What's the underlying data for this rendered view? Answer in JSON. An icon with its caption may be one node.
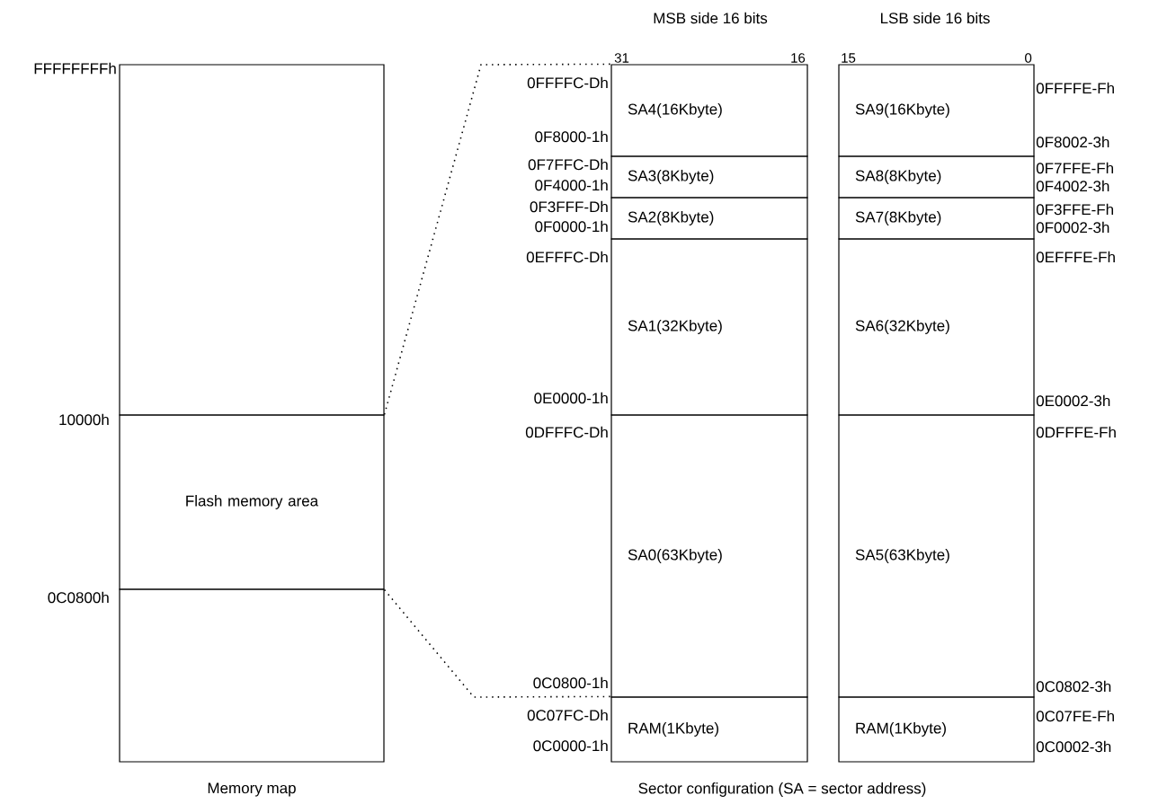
{
  "diagram": {
    "nodes": [
      {
        "text": [],
        "shape": "box"
      },
      {
        "text": [
          "Flash memory area"
        ]
      },
      {
        "text": [],
        "shape": "box"
      },
      {
        "text": [
          "SA4(16Kbyte)"
        ]
      },
      {
        "text": [
          "SA3(8Kbyte)"
        ]
      },
      {
        "text": [
          "SA2(8Kbyte)"
        ]
      },
      {
        "text": [
          "SA1(32Kbyte)"
        ]
      },
      {
        "text": [
          "SA0(63Kbyte)"
        ]
      },
      {
        "text": [
          "RAM(1Kbyte)"
        ]
      },
      {
        "text": [
          "SA9(16Kbyte)"
        ]
      },
      {
        "text": [
          "SA8(8Kbyte)"
        ]
      },
      {
        "text": [
          "SA7(8Kbyte)"
        ]
      },
      {
        "text": [
          "SA6(32Kbyte)"
        ]
      },
      {
        "text": [
          "SA5(63Kbyte)"
        ]
      },
      {
        "text": [
          "RAM(1Kbyte)"
        ]
      }
    ],
    "edges": [
      {
        "from": 1,
        "to": 3,
        "arrow": "none",
        "style": "dashed"
      },
      {
        "from": 1,
        "to": 8,
        "arrow": "none",
        "style": "dashed"
      }
    ],
    "labels": [
      "MSB side 16 bits",
      "LSB side 16 bits",
      "31",
      "16",
      "15",
      "0",
      "FFFFFFFFh",
      "0FFFFC-Dh",
      "0FFFFE-Fh",
      "0F8000-1h",
      "0F8002-3h",
      "0F7FFC-Dh",
      "0F7FFE-Fh",
      "0F4000-1h",
      "0F4002-3h",
      "0F3FFF-Dh",
      "0F3FFE-Fh",
      "0F0000-1h",
      "0F0002-3h",
      "0EFFFC-Dh",
      "0EFFFE-Fh",
      "0E0000-1h",
      "0E0002-3h",
      "10000h",
      "0DFFFC-Dh",
      "0DFFFE-Fh",
      "0C0800h",
      "0C0800-1h",
      "0C0802-3h",
      "0C07FC-Dh",
      "0C07FE-Fh",
      "0C0000-1h",
      "0C0002-3h",
      "Memory map",
      "Sector configuration (SA = sector address)"
    ]
  }
}
